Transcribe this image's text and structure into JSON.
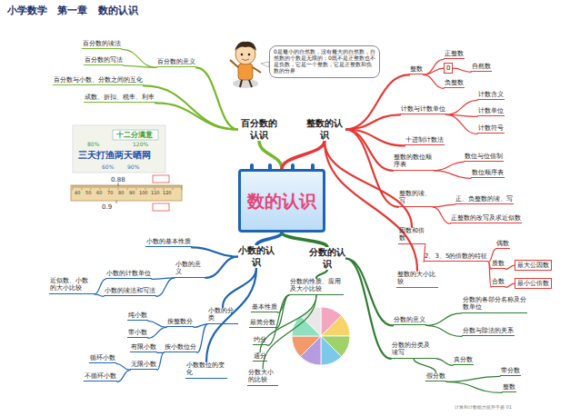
{
  "diagram": {
    "title": "小学数学   第一章   数的认识",
    "nodes": [
      {
        "text": [
          "数的认识"
        ]
      },
      {
        "text": [
          "百分数的认识"
        ]
      },
      {
        "text": [
          "整数的认识"
        ]
      },
      {
        "text": [
          "小数的认识"
        ]
      },
      {
        "text": [
          "分数的认识"
        ]
      },
      {
        "text": [
          "百分数的意义"
        ]
      },
      {
        "text": [
          "百分数的读法"
        ]
      },
      {
        "text": [
          "百分数的写法"
        ]
      },
      {
        "text": [
          "百分数与小数、分数之间的互化"
        ]
      },
      {
        "text": [
          "成数、折扣、税率、利率"
        ]
      },
      {
        "text": [
          "0是最小的自然数，没有最大的自然数，自然数的个数是无限的；0既不是正整数也不是负数，它是一个整数，它是正整数和负数的分界"
        ]
      },
      {
        "text": [
          "整数"
        ]
      },
      {
        "text": [
          "正整数"
        ]
      },
      {
        "text": [
          "0"
        ]
      },
      {
        "text": [
          "自然数"
        ]
      },
      {
        "text": [
          "负整数"
        ]
      },
      {
        "text": [
          "计数与计数单位"
        ]
      },
      {
        "text": [
          "计数含义"
        ]
      },
      {
        "text": [
          "计数单位"
        ]
      },
      {
        "text": [
          "计数符号"
        ]
      },
      {
        "text": [
          "十进制计数法"
        ]
      },
      {
        "text": [
          "整数的数位顺序表"
        ]
      },
      {
        "text": [
          "数位与位值制"
        ]
      },
      {
        "text": [
          "数位顺序表"
        ]
      },
      {
        "text": [
          "整数的读、写"
        ]
      },
      {
        "text": [
          "正、负整数的读、写"
        ]
      },
      {
        "text": [
          "正整数的改写及求近似数"
        ]
      },
      {
        "text": [
          "因数和倍数"
        ]
      },
      {
        "text": [
          "2、3、5的倍数的特征"
        ]
      },
      {
        "text": [
          "偶数"
        ]
      },
      {
        "text": [
          "质数"
        ]
      },
      {
        "text": [
          "合数"
        ]
      },
      {
        "text": [
          "最大公因数"
        ]
      },
      {
        "text": [
          "最小公倍数"
        ]
      },
      {
        "text": [
          "整数的大小比较"
        ]
      },
      {
        "text": [
          "小数的基本性质"
        ]
      },
      {
        "text": [
          "小数的意义"
        ]
      },
      {
        "text": [
          "小数的计数单位"
        ]
      },
      {
        "text": [
          "小数的读法和写法"
        ]
      },
      {
        "text": [
          "近似数、小数的大小比较"
        ]
      },
      {
        "text": [
          "小数的分类"
        ]
      },
      {
        "text": [
          "按整数分"
        ]
      },
      {
        "text": [
          "纯小数"
        ]
      },
      {
        "text": [
          "带小数"
        ]
      },
      {
        "text": [
          "按小数位分"
        ]
      },
      {
        "text": [
          "有限小数"
        ]
      },
      {
        "text": [
          "无限小数"
        ]
      },
      {
        "text": [
          "循环小数"
        ]
      },
      {
        "text": [
          "不循环小数"
        ]
      },
      {
        "text": [
          "小数数位的变化"
        ]
      },
      {
        "text": [
          "分数的性质、应用及大小比较"
        ]
      },
      {
        "text": [
          "基本性质"
        ]
      },
      {
        "text": [
          "最简分数"
        ]
      },
      {
        "text": [
          "约分"
        ]
      },
      {
        "text": [
          "通分"
        ]
      },
      {
        "text": [
          "分数大小的比较"
        ]
      },
      {
        "text": [
          "分数的意义"
        ]
      },
      {
        "text": [
          "分数的各部分名称及分数单位"
        ]
      },
      {
        "text": [
          "分数与除法的关系"
        ]
      },
      {
        "text": [
          "分数的分类及读写"
        ]
      },
      {
        "text": [
          "真分数"
        ]
      },
      {
        "text": [
          "假分数"
        ]
      },
      {
        "text": [
          "带分数"
        ]
      },
      {
        "text": [
          "整数"
        ]
      }
    ],
    "edges": [
      {
        "from": 0,
        "to": 1,
        "arrow": "none"
      },
      {
        "from": 0,
        "to": 2,
        "arrow": "none"
      },
      {
        "from": 0,
        "to": 3,
        "arrow": "none"
      },
      {
        "from": 0,
        "to": 4,
        "arrow": "none"
      },
      {
        "from": 1,
        "to": 5,
        "arrow": "none"
      },
      {
        "from": 5,
        "to": 6,
        "arrow": "none"
      },
      {
        "from": 5,
        "to": 7,
        "arrow": "none"
      },
      {
        "from": 1,
        "to": 8,
        "arrow": "none"
      },
      {
        "from": 1,
        "to": 9,
        "arrow": "none"
      },
      {
        "from": 2,
        "to": 11,
        "arrow": "none"
      },
      {
        "from": 11,
        "to": 12,
        "arrow": "none"
      },
      {
        "from": 11,
        "to": 13,
        "arrow": "none"
      },
      {
        "from": 13,
        "to": 14,
        "arrow": "none"
      },
      {
        "from": 11,
        "to": 15,
        "arrow": "none"
      },
      {
        "from": 2,
        "to": 16,
        "arrow": "none"
      },
      {
        "from": 16,
        "to": 17,
        "arrow": "none"
      },
      {
        "from": 16,
        "to": 18,
        "arrow": "none"
      },
      {
        "from": 16,
        "to": 19,
        "arrow": "none"
      },
      {
        "from": 2,
        "to": 20,
        "arrow": "none"
      },
      {
        "from": 2,
        "to": 21,
        "arrow": "none"
      },
      {
        "from": 21,
        "to": 22,
        "arrow": "none"
      },
      {
        "from": 21,
        "to": 23,
        "arrow": "none"
      },
      {
        "from": 2,
        "to": 24,
        "arrow": "none"
      },
      {
        "from": 24,
        "to": 25,
        "arrow": "none"
      },
      {
        "from": 24,
        "to": 26,
        "arrow": "none"
      },
      {
        "from": 2,
        "to": 27,
        "arrow": "none"
      },
      {
        "from": 27,
        "to": 28,
        "arrow": "none"
      },
      {
        "from": 28,
        "to": 29,
        "arrow": "none"
      },
      {
        "from": 28,
        "to": 30,
        "arrow": "none"
      },
      {
        "from": 28,
        "to": 31,
        "arrow": "none"
      },
      {
        "from": 30,
        "to": 32,
        "arrow": "none"
      },
      {
        "from": 31,
        "to": 33,
        "arrow": "none"
      },
      {
        "from": 2,
        "to": 34,
        "arrow": "none"
      },
      {
        "from": 3,
        "to": 35,
        "arrow": "none"
      },
      {
        "from": 3,
        "to": 36,
        "arrow": "none"
      },
      {
        "from": 36,
        "to": 37,
        "arrow": "none"
      },
      {
        "from": 36,
        "to": 38,
        "arrow": "none"
      },
      {
        "from": 37,
        "to": 39,
        "arrow": "none"
      },
      {
        "from": 38,
        "to": 39,
        "arrow": "none"
      },
      {
        "from": 3,
        "to": 40,
        "arrow": "none"
      },
      {
        "from": 40,
        "to": 41,
        "arrow": "none"
      },
      {
        "from": 41,
        "to": 42,
        "arrow": "none"
      },
      {
        "from": 41,
        "to": 43,
        "arrow": "none"
      },
      {
        "from": 40,
        "to": 44,
        "arrow": "none"
      },
      {
        "from": 44,
        "to": 45,
        "arrow": "none"
      },
      {
        "from": 44,
        "to": 46,
        "arrow": "none"
      },
      {
        "from": 46,
        "to": 47,
        "arrow": "none"
      },
      {
        "from": 46,
        "to": 48,
        "arrow": "none"
      },
      {
        "from": 3,
        "to": 49,
        "arrow": "none"
      },
      {
        "from": 4,
        "to": 50,
        "arrow": "none"
      },
      {
        "from": 50,
        "to": 51,
        "arrow": "none"
      },
      {
        "from": 50,
        "to": 52,
        "arrow": "none"
      },
      {
        "from": 50,
        "to": 53,
        "arrow": "none"
      },
      {
        "from": 50,
        "to": 54,
        "arrow": "none"
      },
      {
        "from": 50,
        "to": 55,
        "arrow": "none"
      },
      {
        "from": 4,
        "to": 56,
        "arrow": "none"
      },
      {
        "from": 56,
        "to": 57,
        "arrow": "none"
      },
      {
        "from": 56,
        "to": 58,
        "arrow": "none"
      },
      {
        "from": 4,
        "to": 59,
        "arrow": "none"
      },
      {
        "from": 59,
        "to": 60,
        "arrow": "none"
      },
      {
        "from": 59,
        "to": 61,
        "arrow": "none"
      },
      {
        "from": 61,
        "to": 62,
        "arrow": "none"
      },
      {
        "from": 61,
        "to": 63,
        "arrow": "none"
      }
    ],
    "labels": [
      "十二分满意",
      "三天打渔两天晒网",
      "80%",
      "120%",
      "60%",
      "90%",
      "0.88",
      "0.9",
      "40",
      "50",
      "60",
      "70",
      "80",
      "90",
      "100",
      "110",
      "120",
      "计算和计数能力提升手册 01"
    ]
  }
}
